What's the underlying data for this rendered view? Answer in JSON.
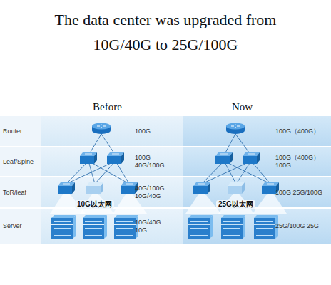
{
  "diagram": {
    "title": "The data center was upgraded from 10G/40G to 25G/100G",
    "nodes": [
      {
        "text": [
          "Router",
          "100G",
          "100G（400G）"
        ]
      },
      {
        "text": [
          "Leaf/Spine",
          "100G 40G/100G",
          "100G（400G） 100G"
        ]
      },
      {
        "text": [
          "ToR/leaf",
          "40G/100G 10G/40G",
          "100G 25G/100G"
        ]
      },
      {
        "text": [
          "Server",
          "10G/40G 10G",
          "25G/100G 25G"
        ]
      }
    ],
    "labels": [
      "Before",
      "Now",
      "10G以太网",
      "25G以太网"
    ]
  }
}
